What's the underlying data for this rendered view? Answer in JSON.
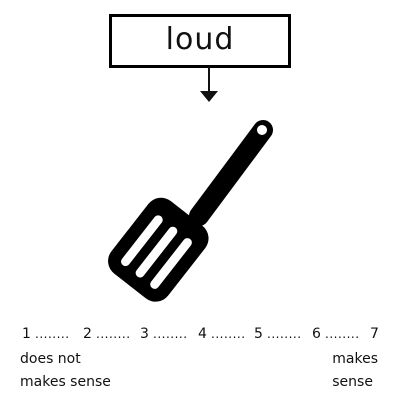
{
  "stimulus": {
    "word": "loud",
    "image_icon": "spatula-icon",
    "arrow_icon": "down-arrow-icon"
  },
  "scale": {
    "points": [
      "1",
      "2",
      "3",
      "4",
      "5",
      "6",
      "7"
    ],
    "separator": "........",
    "left_anchor": [
      "does not",
      "makes sense"
    ],
    "right_anchor": [
      "makes",
      "sense"
    ]
  },
  "colors": {
    "ink": "#111111",
    "background": "#ffffff"
  }
}
